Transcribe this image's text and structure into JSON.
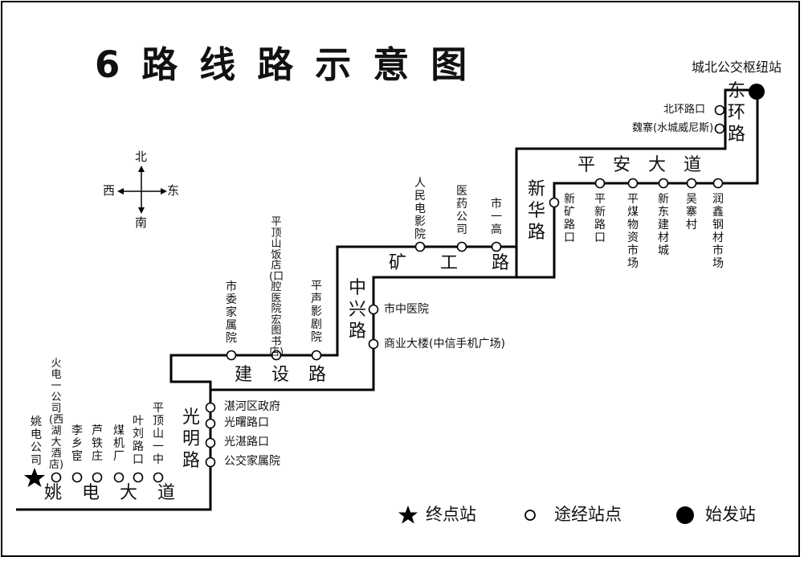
{
  "title": "6路线路示意图",
  "compass": {
    "north": "北",
    "south": "南",
    "east": "东",
    "west": "西"
  },
  "start_label": "城北公交枢纽站",
  "roads": {
    "yaodian": "姚电大道",
    "guangming": "光明路",
    "jianshe": "建设路",
    "zhongxing": "中兴路",
    "kuanggong": "矿工路",
    "xinhua": "新华路",
    "pingan": "平安大道",
    "donghuan": "东环路"
  },
  "stops": [
    "姚电公司",
    "火电一公司(西湖大酒店)",
    "李乡宦",
    "芦铁庄",
    "煤机厂",
    "叶刘路口",
    "平顶山一中",
    "公交家属院",
    "光湛路口",
    "光曙路口",
    "湛河区政府",
    "市委家属院",
    "平顶山饭店(口腔医院宏图书店)",
    "平声影剧院",
    "商业大楼(中信手机广场)",
    "市中医院",
    "人民电影院",
    "医药公司",
    "市一高",
    "新矿路口",
    "平新路口",
    "平煤物资市场",
    "新东建材城",
    "吴寨村",
    "润鑫钢材市场",
    "魏寨(水城威尼斯)",
    "北环路口"
  ],
  "legend": {
    "terminal": "终点站",
    "passing": "途经站点",
    "origin": "始发站"
  }
}
